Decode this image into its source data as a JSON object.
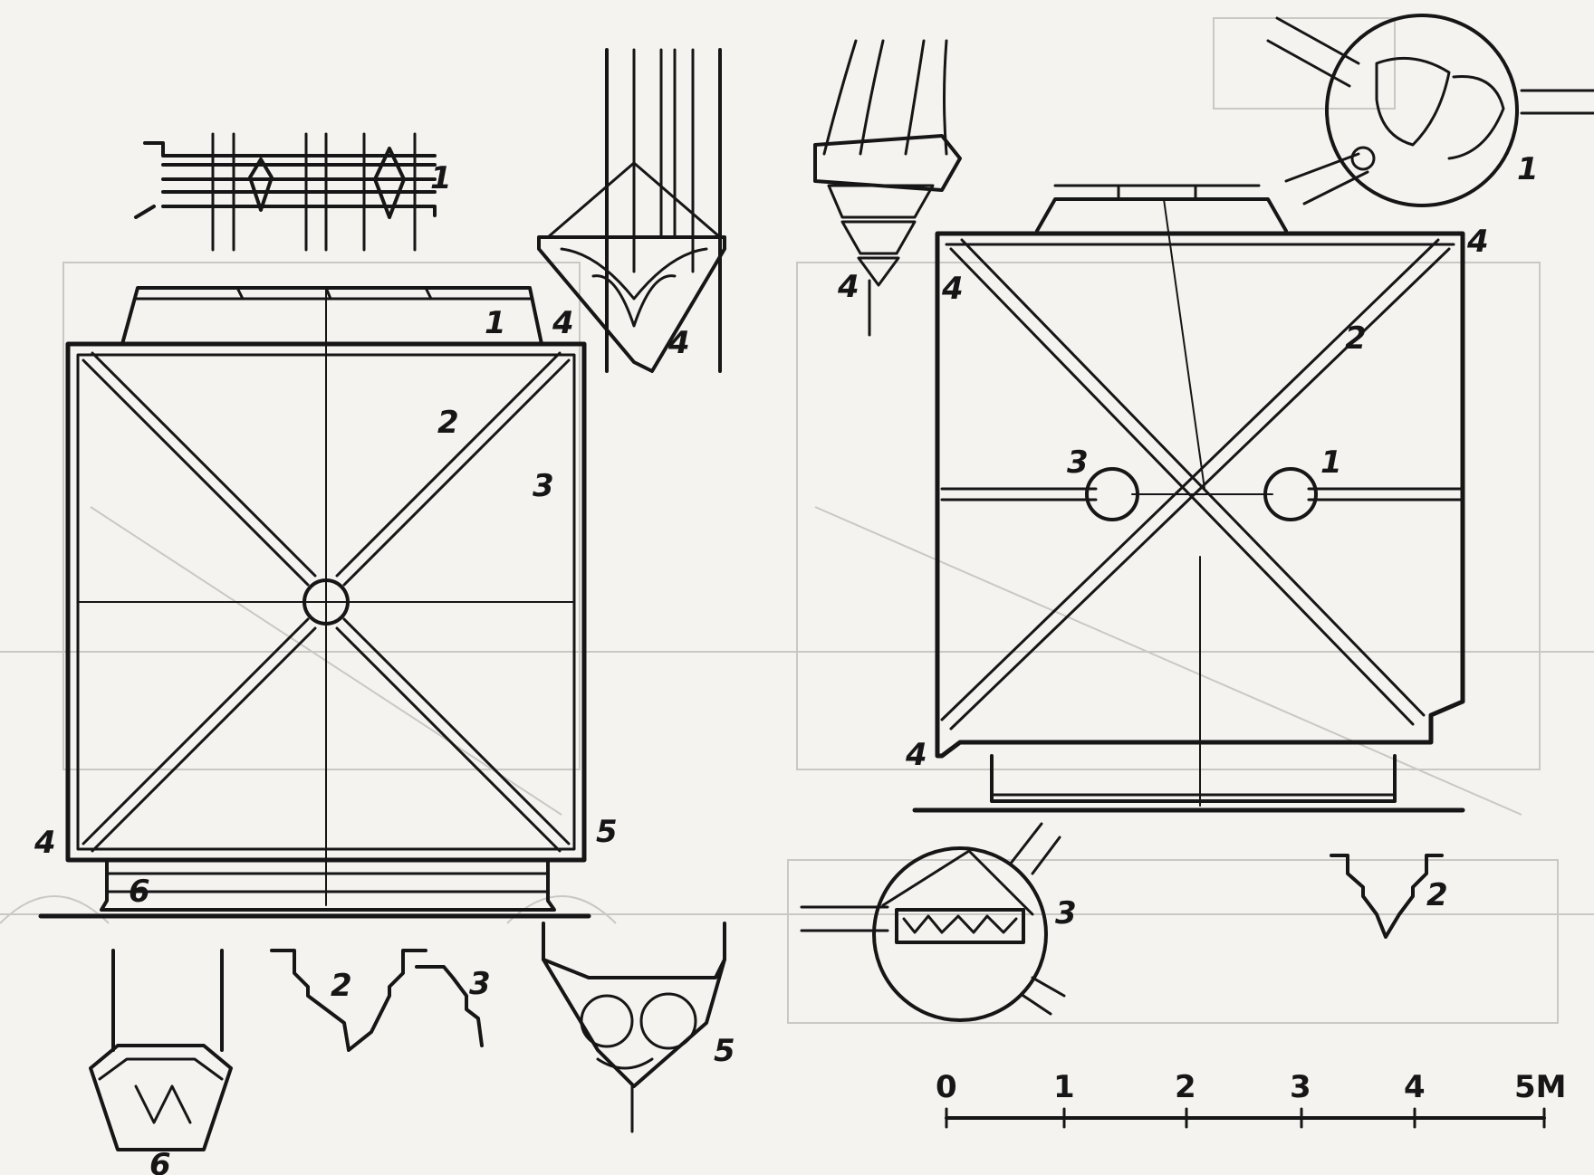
{
  "figure": {
    "left_plan": {
      "labels": {
        "top_profile": "1",
        "corbel_top_right": "4",
        "rib_diagonal": "2",
        "rib_side": "3",
        "corner_bottom_left": "4",
        "corner_bottom_right": "5",
        "base_mark": "6"
      }
    },
    "right_plan": {
      "labels": {
        "boss_detail": "1",
        "corbel_detail": "4",
        "corner_top_left": "4",
        "corner_top_right": "4",
        "rib_diagonal": "2",
        "boss_left": "3",
        "boss_right": "1",
        "corner_bottom_left": "4",
        "boss_detail_bottom": "3",
        "profile_bottom": "2"
      }
    },
    "details": {
      "corbel_4": "4",
      "profile_2": "2",
      "profile_3": "3",
      "corbel_5": "5",
      "corbel_6": "6"
    },
    "scale_bar": {
      "ticks": [
        "0",
        "1",
        "2",
        "3",
        "4"
      ],
      "end_label": "5M"
    }
  }
}
